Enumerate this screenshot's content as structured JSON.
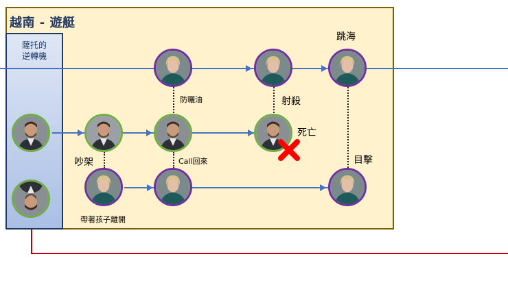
{
  "title": "越南 - 遊艇",
  "sidebar": {
    "line1": "薩托的",
    "line2": "逆轉機"
  },
  "labels": {
    "sunscreen": "防曬油",
    "shoot": "射殺",
    "jump": "跳海",
    "dead": "死亡",
    "argue": "吵架",
    "call_back": "Call回來",
    "witness": "目擊",
    "leave_with_kid": "帶著孩子離開"
  },
  "characters": {
    "man": {
      "border": "#70ad47",
      "icon": "man-portrait-icon"
    },
    "woman": {
      "border": "#7030a0",
      "icon": "woman-portrait-icon"
    }
  },
  "colors": {
    "panel_bg": "#fff2cc",
    "panel_border": "#7f6000",
    "sidebar_border": "#1f3864",
    "timeline_blue": "#4472c4",
    "timeline_red": "#c00000",
    "death_mark": "#ff0000"
  }
}
